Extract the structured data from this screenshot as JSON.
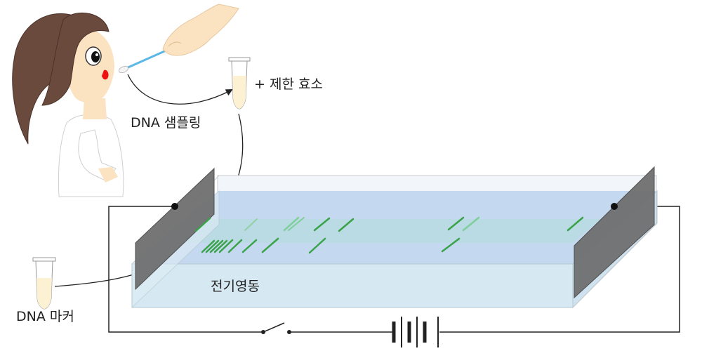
{
  "labels": {
    "sampling": "DNA 샘플링",
    "enzyme": "+ 제한 효소",
    "electrophoresis": "전기영동",
    "marker": "DNA 마커"
  },
  "colors": {
    "gel_top": "#c4d8ef",
    "gel_front": "#d6e9f2",
    "gel_inner": "#b7dbe0",
    "band": "#3aa34a",
    "electrode": "#6f6f6f",
    "hair": "#6b4a3e",
    "skin": "#fbe2c0",
    "lips": "#ee1111",
    "tube_liquid": "#fdf1d4",
    "wire": "#222222"
  },
  "icons": [
    "person-icon",
    "hand-swab-icon",
    "tube-icon",
    "battery-icon",
    "switch-icon"
  ]
}
